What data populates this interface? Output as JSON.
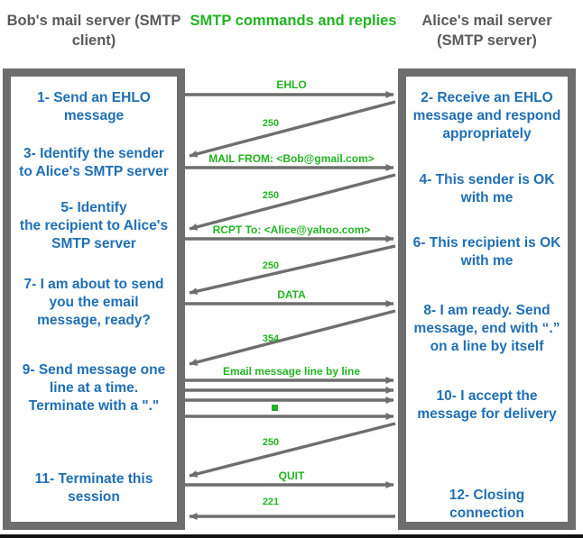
{
  "header": {
    "left_title": "Bob's mail server\n(SMTP client)",
    "middle_title": "SMTP commands and\nreplies",
    "right_title": "Alice's mail server\n(SMTP server)"
  },
  "colors": {
    "step_text": "#1f6fb5",
    "protocol_text": "#22b422",
    "header_side": "#5a5a5a",
    "frame": "#6e6e6e",
    "arrow": "#6e6e6e",
    "background": "#ffffff"
  },
  "client_steps": [
    {
      "id": 1,
      "text": "1- Send an EHLO\nmessage"
    },
    {
      "id": 3,
      "text": "3- Identify the sender\nto Alice's SMTP server"
    },
    {
      "id": 5,
      "text": "5- Identify\nthe recipient to Alice's\nSMTP server"
    },
    {
      "id": 7,
      "text": "7- I am about to send\nyou the email\nmessage, ready?"
    },
    {
      "id": 9,
      "text": "9- Send message one\nline at a time.\nTerminate with a \".\""
    },
    {
      "id": 11,
      "text": "11- Terminate this\nsession"
    }
  ],
  "server_steps": [
    {
      "id": 2,
      "text": "2- Receive an EHLO\nmessage and respond\nappropriately"
    },
    {
      "id": 4,
      "text": "4- This sender is OK\nwith me"
    },
    {
      "id": 6,
      "text": "6- This recipient is OK\nwith me"
    },
    {
      "id": 8,
      "text": "8-  I am ready. Send\nmessage, end with “.”\non a line by itself"
    },
    {
      "id": 10,
      "text": "10-  I accept the\nmessage for delivery"
    },
    {
      "id": 12,
      "text": "12-  Closing\nconnection"
    }
  ],
  "messages": [
    {
      "seq": 1,
      "label": "EHLO",
      "direction": "client-to-server"
    },
    {
      "seq": 2,
      "label": "250",
      "direction": "server-to-client"
    },
    {
      "seq": 3,
      "label": "MAIL FROM: <Bob@gmail.com>",
      "direction": "client-to-server"
    },
    {
      "seq": 4,
      "label": "250",
      "direction": "server-to-client"
    },
    {
      "seq": 5,
      "label": "RCPT To: <Alice@yahoo.com>",
      "direction": "client-to-server"
    },
    {
      "seq": 6,
      "label": "250",
      "direction": "server-to-client"
    },
    {
      "seq": 7,
      "label": "DATA",
      "direction": "client-to-server"
    },
    {
      "seq": 8,
      "label": "354",
      "direction": "server-to-client"
    },
    {
      "seq": 9,
      "label": "Email message line by line",
      "direction": "client-to-server"
    },
    {
      "seq": 10,
      "label": "250",
      "direction": "server-to-client"
    },
    {
      "seq": 11,
      "label": "QUIT",
      "direction": "client-to-server"
    },
    {
      "seq": 12,
      "label": "221",
      "direction": "server-to-client"
    }
  ]
}
